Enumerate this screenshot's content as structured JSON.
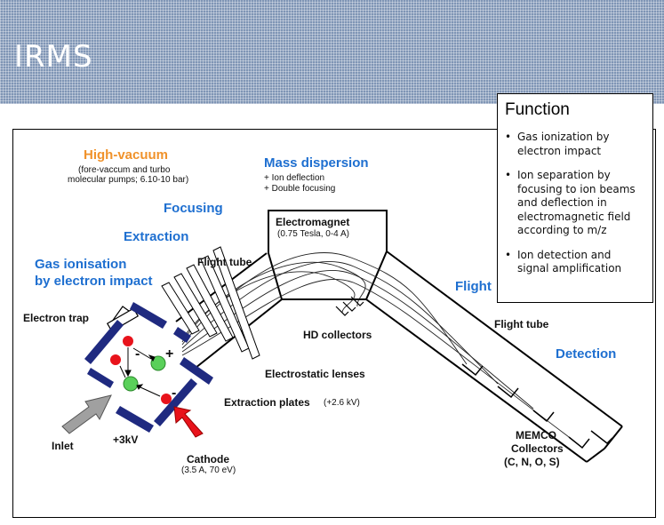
{
  "slide": {
    "title": "IRMS"
  },
  "labels": {
    "high_vacuum": "High-vacuum",
    "high_vacuum_note_1": "(fore-vaccum and turbo",
    "high_vacuum_note_2": "molecular pumps; 6.10-10 bar)",
    "mass_dispersion": "Mass dispersion",
    "mass_dispersion_note_1": "+ Ion deflection",
    "mass_dispersion_note_2": "+ Double focusing",
    "focusing": "Focusing",
    "extraction": "Extraction",
    "gas_ionisation_1": "Gas ionisation",
    "gas_ionisation_2": "by electron impact",
    "electromagnet": "Electromagnet",
    "electromagnet_note": "(0.75 Tesla, 0-4 A)",
    "flight_tube_left": "Flight tube",
    "flight_tube_right": "Flight tube",
    "flight_partial": "Flight",
    "electron_trap": "Electron trap",
    "hd_collectors": "HD collectors",
    "electrostatic_lenses": "Electrostatic lenses",
    "extraction_plates": "Extraction plates",
    "extraction_plates_note": "(+2.6 kV)",
    "detection": "Detection",
    "inlet": "Inlet",
    "voltage": "+3kV",
    "cathode": "Cathode",
    "cathode_note": "(3.5 A, 70 eV)",
    "memco_1": "MEMCO",
    "memco_2": "Collectors",
    "memco_3": "(C, N, O, S)",
    "minus": "-",
    "plus": "+"
  },
  "function_box": {
    "title": "Function",
    "bullet": "•",
    "items": [
      "Gas ionization by electron impact",
      "Ion separation by focusing to ion beams and deflection in electromagnetic field according to m/z",
      "Ion detection and signal amplification"
    ]
  },
  "colors": {
    "header_blue": "#7f95b5",
    "label_blue": "#1e6fd0",
    "label_orange": "#f0922b",
    "source_plate": "#1f2a80",
    "electron_red": "#e8131b",
    "ion_green": "#5ad05a",
    "arrow_red": "#e8131b",
    "arrow_grey": "#9a9a9a"
  }
}
